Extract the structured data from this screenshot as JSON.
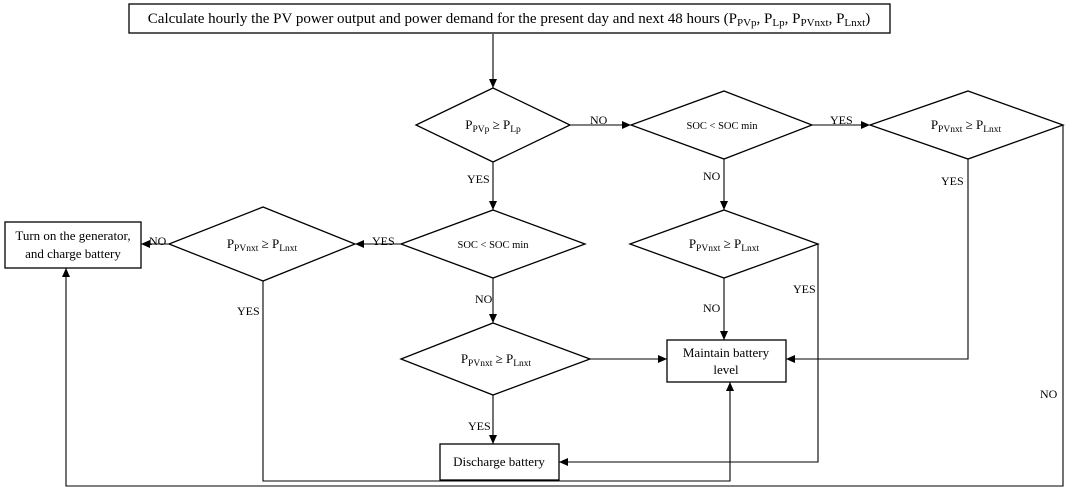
{
  "start": {
    "text": "Calculate hourly the PV power output and power demand for the present day and next 48 hours (",
    "s1": "P",
    "s1_sub": "PVp",
    "s2": ", P",
    "s2_sub": "Lp",
    "s3": ", P",
    "s3_sub": "PVnxt",
    "s4": ", P",
    "s4_sub": "Lnxt",
    "end": ")"
  },
  "decisions": {
    "ppv_vs_pl": {
      "a": "P",
      "a_sub": "PVp",
      "op": " ≥ ",
      "b": "P",
      "b_sub": "Lp"
    },
    "soc_top": {
      "text": "SOC < SOC min"
    },
    "pnxt_right": {
      "a": "P",
      "a_sub": "PVnxt",
      "op": " ≥ ",
      "b": "P",
      "b_sub": "Lnxt"
    },
    "soc_mid": {
      "text": "SOC < SOC min"
    },
    "pnxt_left": {
      "a": "P",
      "a_sub": "PVnxt",
      "op": " ≥ ",
      "b": "P",
      "b_sub": "Lnxt"
    },
    "pnxt_midright": {
      "a": "P",
      "a_sub": "PVnxt",
      "op": " ≥ ",
      "b": "P",
      "b_sub": "Lnxt"
    },
    "pnxt_bottom": {
      "a": "P",
      "a_sub": "PVnxt",
      "op": " ≥ ",
      "b": "P",
      "b_sub": "Lnxt"
    }
  },
  "actions": {
    "generator": {
      "line1": "Turn on the generator,",
      "line2": "and charge battery"
    },
    "maintain": {
      "line1": "Maintain battery",
      "line2": "level"
    },
    "discharge": {
      "text": "Discharge battery"
    }
  },
  "labels": {
    "no_1": "NO",
    "yes_1": "YES",
    "yes_2": "YES",
    "no_2": "NO",
    "yes_3": "YES",
    "yes_4": "YES",
    "no_3": "NO",
    "no_4": "NO",
    "yes_5": "YES",
    "no_5": "NO",
    "yes_6": "YES",
    "yes_7": "YES",
    "no_6": "NO"
  }
}
